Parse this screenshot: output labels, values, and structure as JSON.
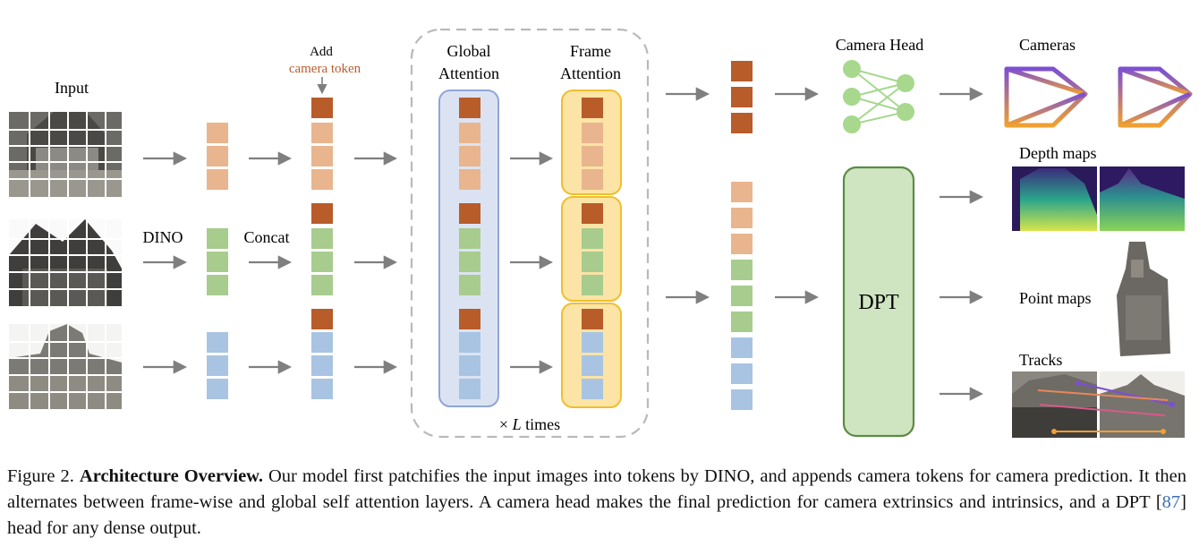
{
  "labels": {
    "input": "Input",
    "dino": "DINO",
    "concat": "Concat",
    "add": "Add",
    "camera_token": "camera token",
    "global_attention_1": "Global",
    "global_attention_2": "Attention",
    "frame_attention_1": "Frame",
    "frame_attention_2": "Attention",
    "times_prefix": "×",
    "times_var": "L",
    "times_suffix": "times",
    "camera_head": "Camera Head",
    "dpt": "DPT",
    "cameras": "Cameras",
    "depth_maps": "Depth maps",
    "point_maps": "Point maps",
    "tracks": "Tracks"
  },
  "caption": {
    "figure_label": "Figure 2.",
    "title": "Architecture Overview.",
    "text_1": "Our model first patchifies the input images into tokens by DINO, and appends camera tokens for camera prediction. It then alternates between frame-wise and global self attention layers. A camera head makes the final prediction for camera extrinsics and intrinsics, and a DPT [",
    "citation": "87",
    "text_2": "] head for any dense output."
  },
  "colors": {
    "camera_token": "#b85c2a",
    "token_frame1": "#e9b58e",
    "token_frame2": "#a7cc8e",
    "token_frame3": "#a9c4e2",
    "arrow": "#7f7f7f",
    "global_box_fill": "#dbe3f3",
    "global_box_stroke": "#8fa6d6",
    "frame_box_fill": "#fbe4a6",
    "frame_box_stroke": "#efbf2e",
    "dpt_fill": "#cfe5c1",
    "dpt_stroke": "#5d8a45",
    "camera_head_node": "#a7d88e",
    "citation": "#3b6fb6"
  }
}
